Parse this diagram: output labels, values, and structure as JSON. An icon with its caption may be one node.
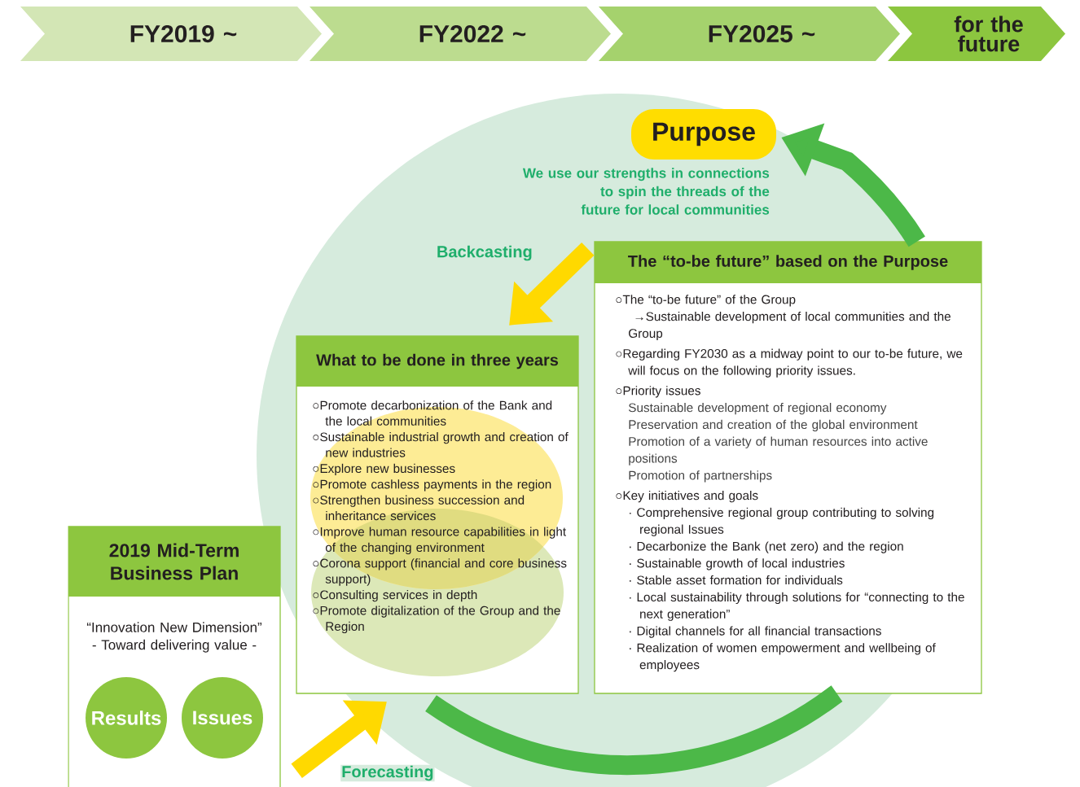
{
  "diagram": {
    "nodes": [
      {
        "text": [
          "FY2019 ~"
        ]
      },
      {
        "text": [
          "FY2022 ~"
        ]
      },
      {
        "text": [
          "FY2025 ~"
        ]
      },
      {
        "text": [
          "for the future"
        ]
      },
      {
        "text": [
          "Purpose"
        ],
        "beside": [
          "We use our strengths in connections to spin the threads of the future for local communities"
        ]
      },
      {
        "text": [
          "The “to-be future” based on the Purpose",
          "○The “to-be future” of the Group",
          "→Sustainable development of local communities and the Group",
          "○Regarding FY2030 as a midway point to our to-be future, we will focus on the following priority issues.",
          "○Priority issues",
          "Sustainable development of regional economy",
          "Preservation and creation of the global environment",
          "Promotion of a variety of human resources into active positions",
          "Promotion of partnerships",
          "○Key initiatives and goals",
          "· Comprehensive regional group contributing to solving regional Issues",
          "· Decarbonize the Bank (net zero) and the region",
          "· Sustainable growth of local industries",
          "· Stable asset formation for individuals",
          "· Local sustainability through solutions for “connecting to the next generation”",
          "· Digital channels for all financial transactions",
          "· Realization of women empowerment and wellbeing of employees"
        ]
      },
      {
        "text": [
          "What to be done in three years",
          "○Promote decarbonization of the Bank and the local communities",
          "○Sustainable industrial growth and creation of new industries",
          "○Explore new businesses",
          "○Promote cashless payments in the region",
          "○Strengthen business succession and inheritance services",
          "○Improve human resource capabilities in light of the changing environment",
          "○Corona support (financial and core business support)",
          "○Consulting services in depth",
          "○Promote digitalization of the Group and the Region"
        ]
      },
      {
        "text": [
          "2019 Mid-Term Business Plan",
          "“Innovation New Dimension” - Toward delivering value -"
        ]
      },
      {
        "text": [
          "Results"
        ],
        "in": 7
      },
      {
        "text": [
          "Issues"
        ],
        "in": 7
      }
    ],
    "edges": [
      {
        "from": 5,
        "to": 6,
        "arrow": "to",
        "label": "Backcasting",
        "color": "#ffd900"
      },
      {
        "from": 7,
        "to": 6,
        "arrow": "to",
        "label": "Forecasting",
        "color": "#ffd900"
      },
      {
        "from": 6,
        "to": 5,
        "arrow": "none",
        "color": "#4cb848"
      },
      {
        "from": 5,
        "to": 4,
        "arrow": "to",
        "color": "#4cb848"
      }
    ]
  }
}
